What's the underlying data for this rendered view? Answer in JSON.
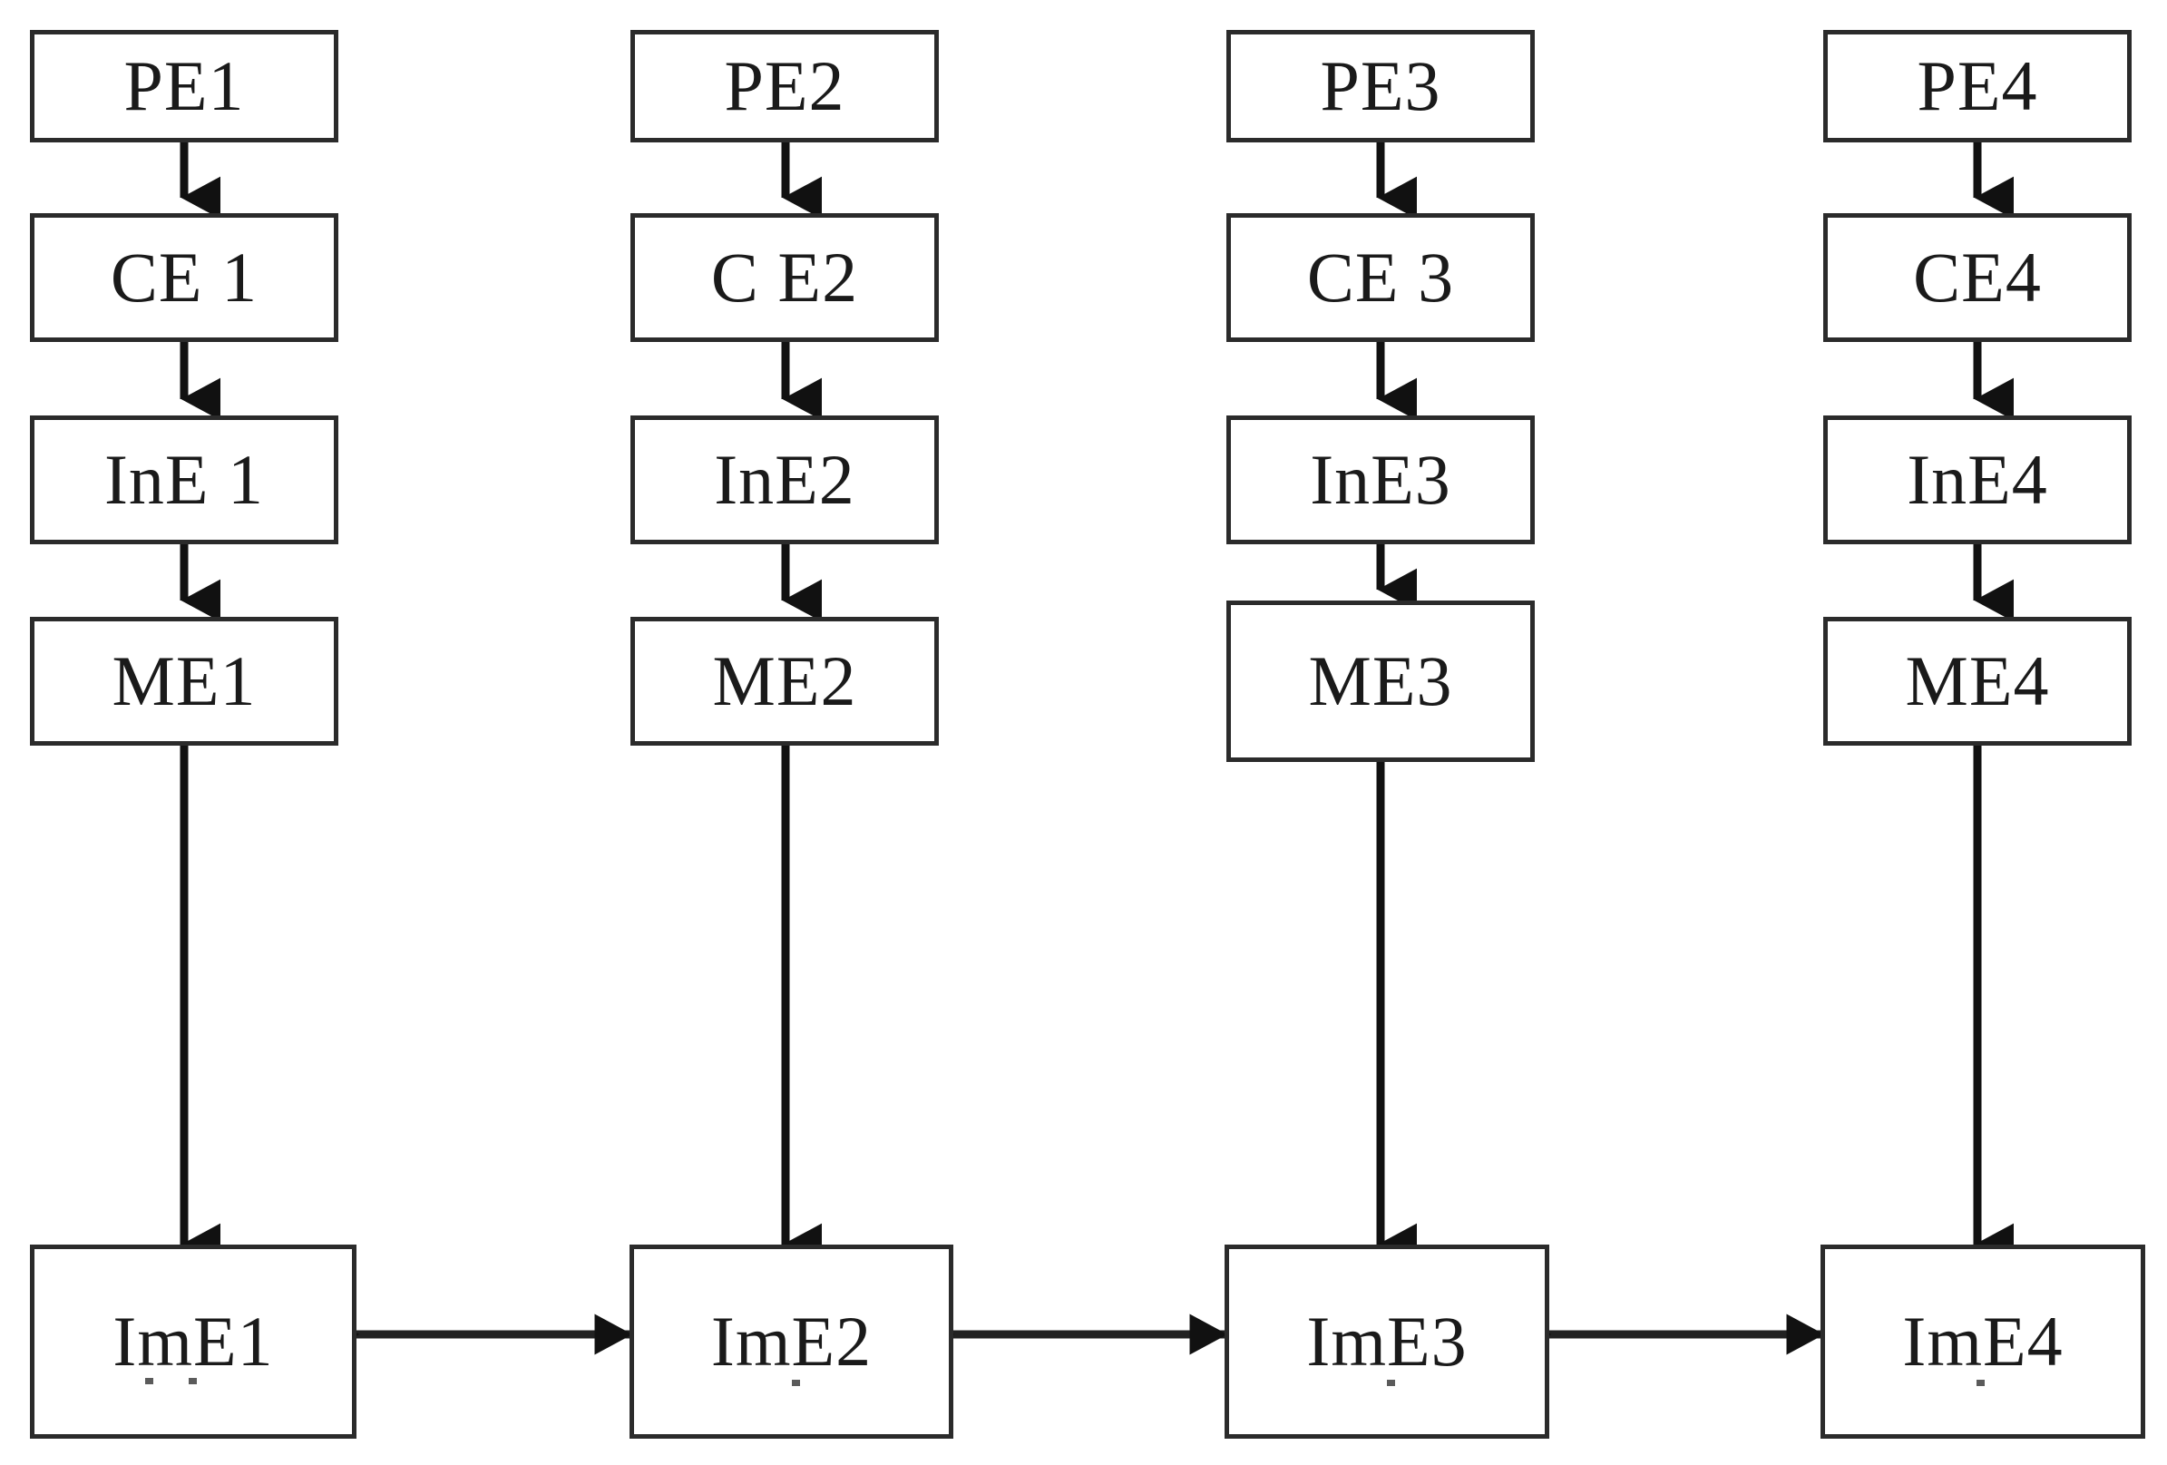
{
  "diagram": {
    "type": "block-diagram",
    "orientation": "four-parallel-pipelines",
    "background_color": "#ffffff",
    "stroke_color": "#2b2b2b",
    "text_color": "#1a1a1a",
    "rows": [
      {
        "id": "row-pe",
        "stage": "PE"
      },
      {
        "id": "row-ce",
        "stage": "CE"
      },
      {
        "id": "row-ine",
        "stage": "InE"
      },
      {
        "id": "row-me",
        "stage": "ME"
      },
      {
        "id": "row-ime",
        "stage": "ImE"
      }
    ],
    "columns": [
      {
        "id": "col-1",
        "index": 1
      },
      {
        "id": "col-2",
        "index": 2
      },
      {
        "id": "col-3",
        "index": 3
      },
      {
        "id": "col-4",
        "index": 4
      }
    ],
    "nodes": {
      "pe1": "PE1",
      "pe2": "PE2",
      "pe3": "PE3",
      "pe4": "PE4",
      "ce1": "CE 1",
      "ce2": "C E2",
      "ce3": "CE 3",
      "ce4": "CE4",
      "ine1": "InE 1",
      "ine2": "InE2",
      "ine3": "InE3",
      "ine4": "InE4",
      "me1": "ME1",
      "me2": "ME2",
      "me3": "ME3",
      "me4": "ME4",
      "ime1": "ImE1",
      "ime2": "ImE2",
      "ime3": "ImE3",
      "ime4": "ImE4"
    },
    "vertical_edges": [
      {
        "from": "pe1",
        "to": "ce1",
        "direction": "down"
      },
      {
        "from": "ce1",
        "to": "ine1",
        "direction": "down"
      },
      {
        "from": "ine1",
        "to": "me1",
        "direction": "down"
      },
      {
        "from": "me1",
        "to": "ime1",
        "direction": "down"
      },
      {
        "from": "pe2",
        "to": "ce2",
        "direction": "down"
      },
      {
        "from": "ce2",
        "to": "ine2",
        "direction": "down"
      },
      {
        "from": "ine2",
        "to": "me2",
        "direction": "down"
      },
      {
        "from": "me2",
        "to": "ime2",
        "direction": "down"
      },
      {
        "from": "pe3",
        "to": "ce3",
        "direction": "down"
      },
      {
        "from": "ce3",
        "to": "ine3",
        "direction": "down"
      },
      {
        "from": "ine3",
        "to": "me3",
        "direction": "down"
      },
      {
        "from": "me3",
        "to": "ime3",
        "direction": "down"
      },
      {
        "from": "pe4",
        "to": "ce4",
        "direction": "down"
      },
      {
        "from": "ce4",
        "to": "ine4",
        "direction": "down"
      },
      {
        "from": "ine4",
        "to": "me4",
        "direction": "down"
      },
      {
        "from": "me4",
        "to": "ime4",
        "direction": "down"
      }
    ],
    "horizontal_edges": [
      {
        "from": "ime1",
        "to": "ime2",
        "direction": "bidirectional"
      },
      {
        "from": "ime2",
        "to": "ime3",
        "direction": "bidirectional"
      },
      {
        "from": "ime3",
        "to": "ime4",
        "direction": "bidirectional"
      }
    ]
  }
}
